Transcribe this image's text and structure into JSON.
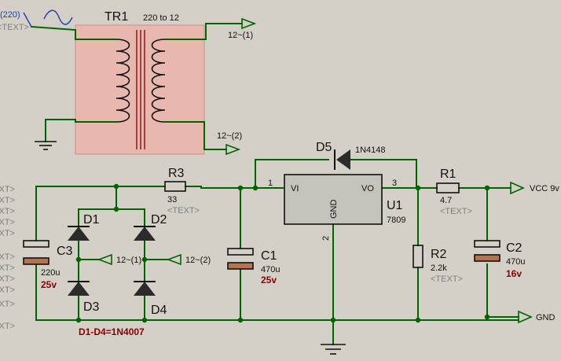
{
  "schematic": {
    "source": {
      "value": "(220)",
      "text_tag": "<TEXT>"
    },
    "transformer": {
      "ref": "TR1",
      "value": "220 to 12"
    },
    "terminals": {
      "sec1": "12~(1)",
      "sec2": "12~(2)",
      "bridge_in1": "12~(1)",
      "bridge_in2": "12~(2)",
      "vcc": "VCC 9v",
      "gnd": "GND"
    },
    "diodes": {
      "d1": "D1",
      "d2": "D2",
      "d3": "D3",
      "d4": "D4",
      "note": "D1-D4=1N4007",
      "d5": "D5",
      "d5_value": "1N4148"
    },
    "r3": {
      "ref": "R3",
      "value": "33",
      "tag": "<TEXT>"
    },
    "r1": {
      "ref": "R1",
      "value": "4.7",
      "tag": "<TEXT>"
    },
    "r2": {
      "ref": "R2",
      "value": "2.2k",
      "tag": "<TEXT>"
    },
    "c3": {
      "ref": "C3",
      "value": "220u",
      "voltage": "25v"
    },
    "c1": {
      "ref": "C1",
      "value": "470u",
      "voltage": "25v"
    },
    "c2": {
      "ref": "C2",
      "value": "470u",
      "voltage": "16v"
    },
    "regulator": {
      "ref": "U1",
      "value": "7809",
      "vi": "VI",
      "vo": "VO",
      "gnd": "GND",
      "pin1": "1",
      "pin2": "2",
      "pin3": "3"
    },
    "left_edge_tags": [
      "<TEXT>",
      "<TEXT>",
      "<TEXT>",
      "<TEXT>",
      "<TEXT>",
      "<TEXT>",
      "<TEXT>",
      "<TEXT>",
      "<TEXT>",
      "<TEXT>",
      "<TEXT>"
    ]
  }
}
